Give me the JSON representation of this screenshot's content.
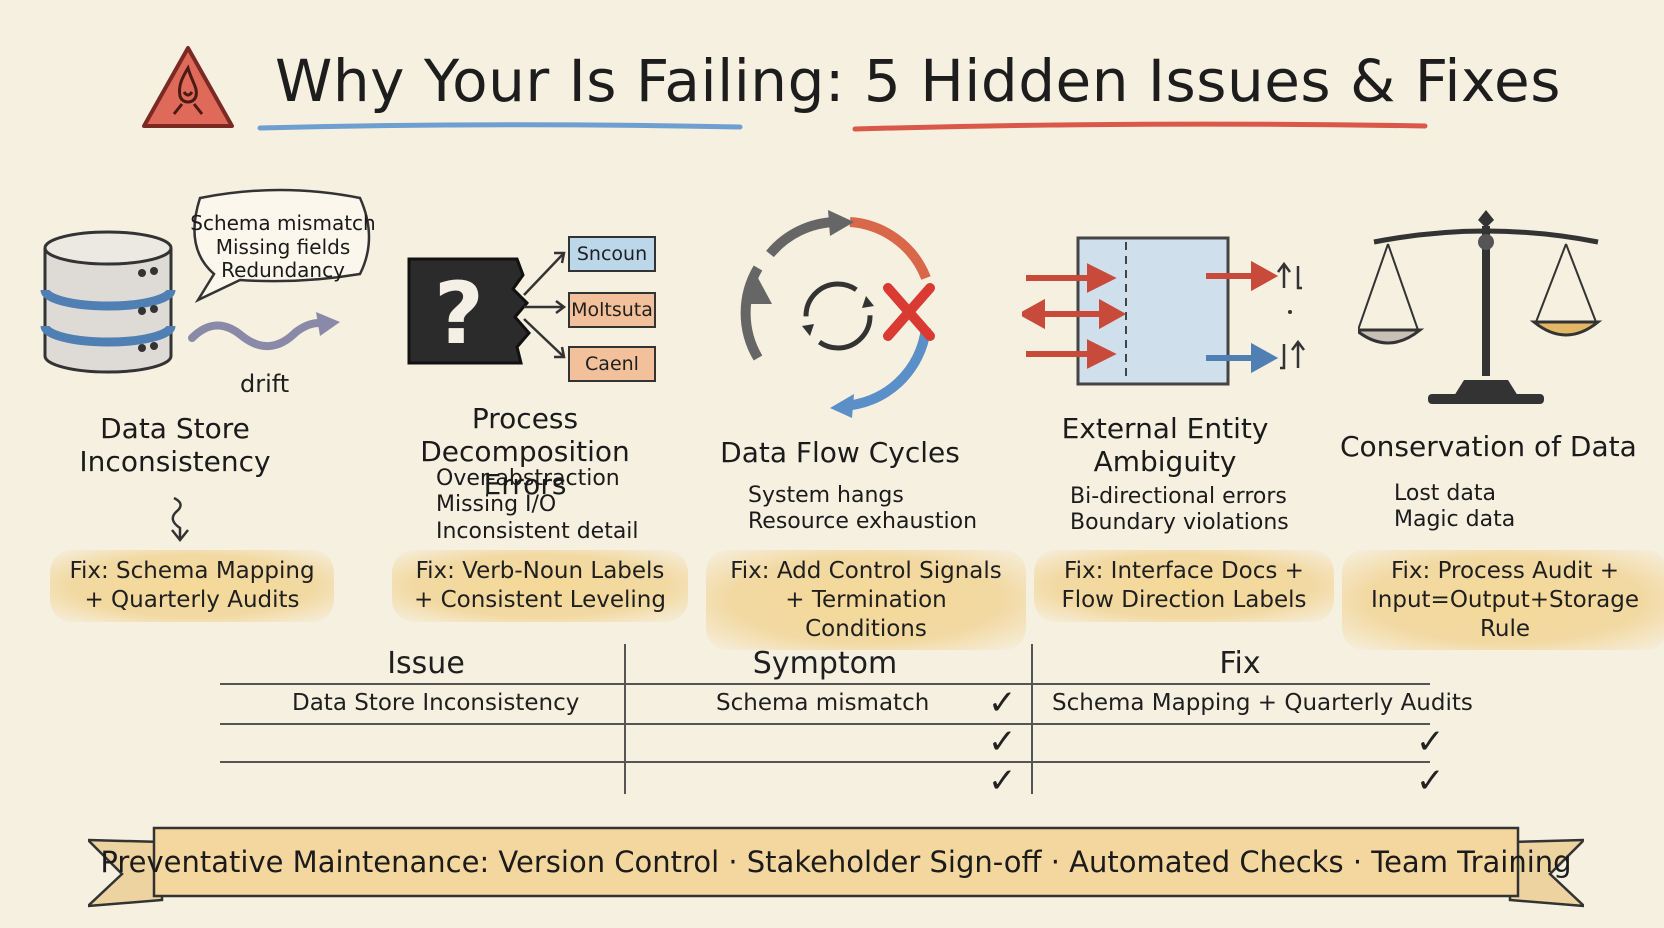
{
  "header": {
    "title": "Why Your  Is Failing: 5 Hidden Issues & Fixes",
    "warning_icon": "warning-triangle-icon"
  },
  "colors": {
    "background": "#f6f0e1",
    "accent_red": "#d9584a",
    "accent_blue": "#5a8fc7",
    "fix_highlight": "#f2d9a2",
    "banner": "#f3d79e"
  },
  "panels": [
    {
      "title": "Data Store\nInconsistency",
      "bubble": [
        "Schema mismatch",
        "Missing fields",
        "Redundancy"
      ],
      "drift_label": "drift",
      "symptoms": [],
      "fix": "Fix: Schema Mapping\n+ Quarterly Audits",
      "icon": "database-icon"
    },
    {
      "title": "Process Decomposition\nErrors",
      "boxes": [
        "Sncoun",
        "Moltsuta",
        "Caenl"
      ],
      "symptoms": [
        "Over-abstraction",
        "Missing I/O",
        "Inconsistent detail"
      ],
      "fix": "Fix: Verb-Noun Labels\n+ Consistent Leveling",
      "icon": "question-box-icon"
    },
    {
      "title": "Data Flow Cycles",
      "symptoms": [
        "System hangs",
        "Resource exhaustion"
      ],
      "fix": "Fix: Add Control Signals\n+ Termination Conditions",
      "icon": "cycle-icon"
    },
    {
      "title": "External Entity\nAmbiguity",
      "symptoms": [
        "Bi-directional errors",
        "Boundary violations"
      ],
      "fix": "Fix: Interface Docs +\nFlow Direction Labels",
      "icon": "boundary-icon"
    },
    {
      "title": "Conservation of Data",
      "symptoms": [
        "Lost data",
        "Magic data"
      ],
      "fix": "Fix: Process Audit +\nInput=Output+Storage Rule",
      "icon": "balance-scale-icon"
    }
  ],
  "table": {
    "headers": [
      "Issue",
      "Symptom",
      "Fix"
    ],
    "rows": [
      {
        "issue": "Data Store Inconsistency",
        "symptom": "Schema mismatch",
        "fix": "Schema Mapping + Quarterly Audits",
        "symptom_check": true,
        "fix_check": false
      },
      {
        "issue": "",
        "symptom": "",
        "fix": "",
        "symptom_check": true,
        "fix_check": true
      },
      {
        "issue": "",
        "symptom": "",
        "fix": "",
        "symptom_check": true,
        "fix_check": true
      }
    ],
    "check_glyph": "✓"
  },
  "banner": {
    "text": "Preventative Maintenance: Version Control · Stakeholder Sign-off · Automated Checks · Team Training"
  }
}
